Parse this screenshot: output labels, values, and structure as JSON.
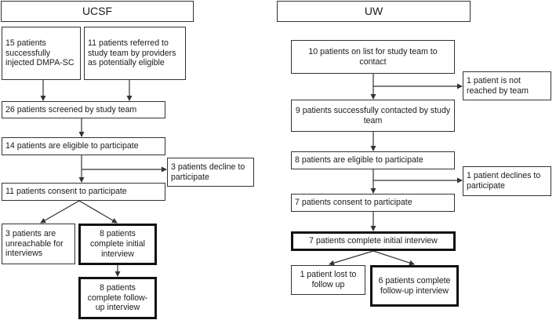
{
  "ucsf": {
    "title": "UCSF",
    "injected": "15 patients successfully injected DMPA-SC",
    "referred": "11 patients referred to study team by providers as potentially eligible",
    "screened": "26 patients screened by study team",
    "eligible": "14 patients are eligible to participate",
    "decline": "3 patients decline to participate",
    "consent": "11 patients consent to participate",
    "unreachable": "3 patients are unreachable for interviews",
    "initial": "8 patients complete initial interview",
    "followup": "8 patients complete follow-up interview"
  },
  "uw": {
    "title": "UW",
    "list": "10 patients on list for study team to contact",
    "not_reached": "1 patient is not reached by team",
    "contacted": "9 patients successfully contacted by study team",
    "eligible": "8 patients are eligible to participate",
    "declines": "1 patient declines to participate",
    "consent": "7 patients consent to participate",
    "initial": "7 patients complete initial interview",
    "lost": "1 patient lost to follow up",
    "followup": "6 patients complete follow-up interview"
  }
}
